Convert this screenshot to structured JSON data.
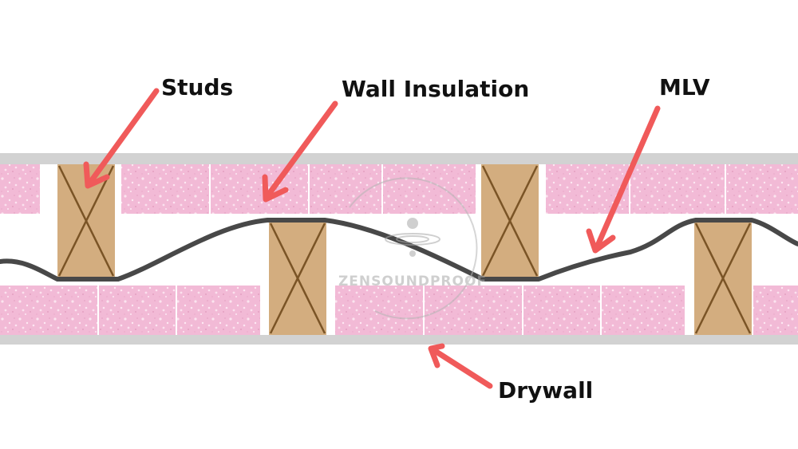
{
  "labels": {
    "studs": "Studs",
    "wall_insulation": "Wall Insulation",
    "mlv": "MLV",
    "drywall": "Drywall"
  },
  "watermark": {
    "text": "ZENSOUNDPROOF",
    "icon": "water-drop-ripple-icon"
  },
  "colors": {
    "insulation": "#f2bad6",
    "stud_wood": "#d3ad7f",
    "stud_line": "#7a5426",
    "drywall": "#d2d2d2",
    "mlv": "#484848",
    "arrow": "#f05a5a"
  },
  "icons": [
    "arrow-icon"
  ]
}
